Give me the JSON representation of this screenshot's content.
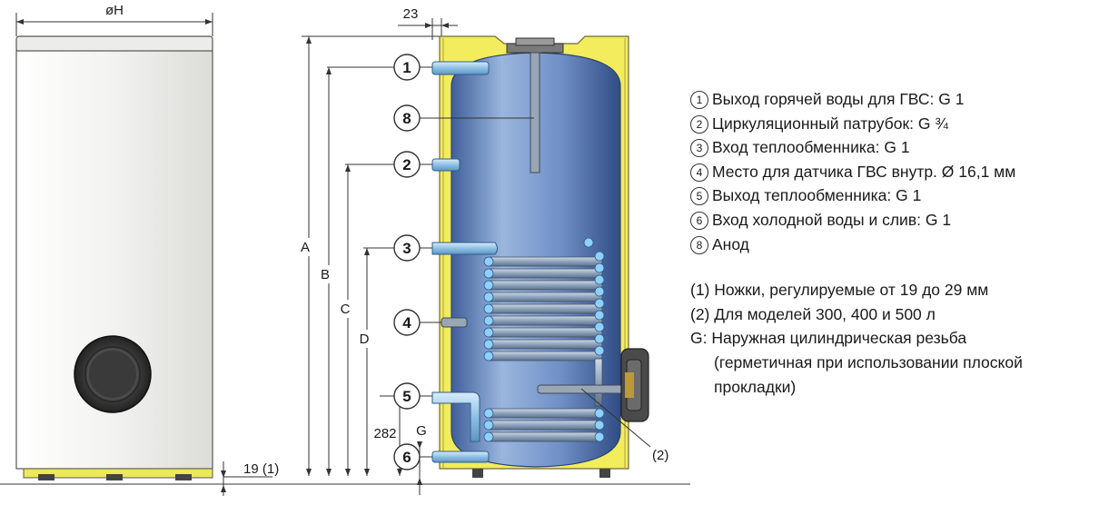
{
  "dimensions": {
    "diameter": "øH",
    "wall_gap": "23",
    "A": "A",
    "B": "B",
    "C": "C",
    "D": "D",
    "d282": "282",
    "G": "G",
    "feet": "19 (1)"
  },
  "callouts": {
    "n1": "1",
    "n2": "2",
    "n3": "3",
    "n4": "4",
    "n5": "5",
    "n6": "6",
    "n8": "8",
    "model_note": "(2)"
  },
  "legend": {
    "items": [
      {
        "num": "1",
        "text": "Выход горячей воды для ГВС: G 1"
      },
      {
        "num": "2",
        "text": "Циркуляционный патрубок: G ¾"
      },
      {
        "num": "3",
        "text": "Вход теплообменника: G 1"
      },
      {
        "num": "4",
        "text": "Место для датчика ГВС внутр. Ø 16,1 мм"
      },
      {
        "num": "5",
        "text": "Выход теплообменника: G 1"
      },
      {
        "num": "6",
        "text": "Вход холодной воды и слив: G 1"
      },
      {
        "num": "8",
        "text": "Анод"
      }
    ],
    "note1": "(1) Ножки, регулируемые от 19 до 29 мм",
    "note2": "(2) Для моделей 300, 400 и 500 л",
    "note3": "G: Наружная цилиндрическая резьба",
    "note3b": "(герметичная при использовании плоской",
    "note3c": "прокладки)"
  },
  "colors": {
    "insulation": "#f3ec5c",
    "tank": "#5b7bb3",
    "tank_light": "#9ab6de",
    "pipe": "#9fc6e8",
    "coil": "#8ba0b8",
    "casing": "#f4f4f2"
  }
}
